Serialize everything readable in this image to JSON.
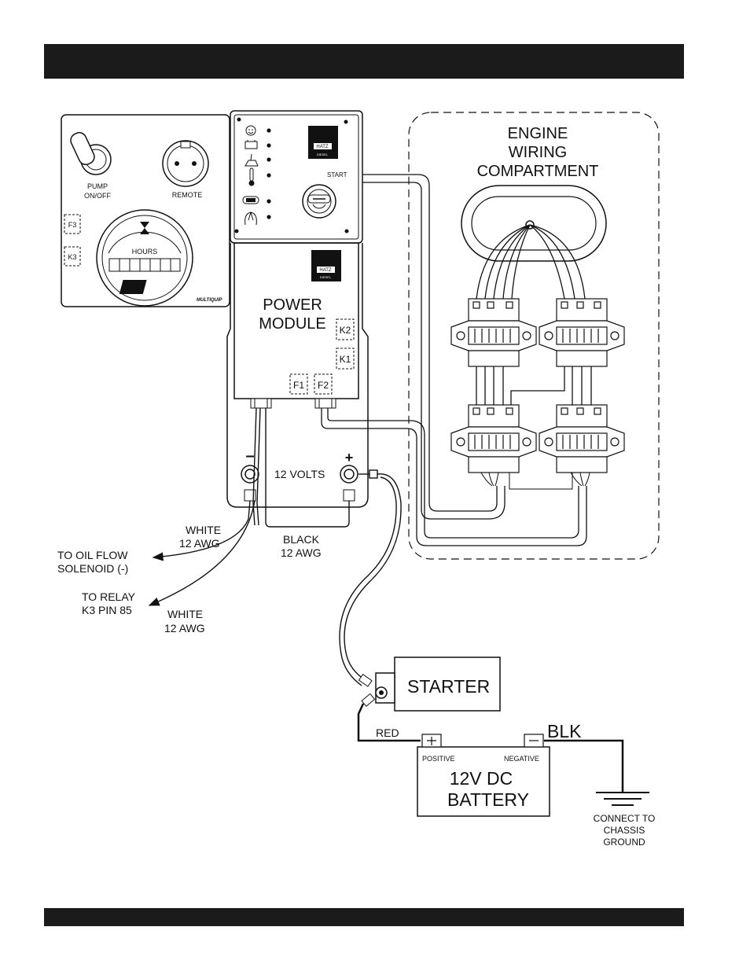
{
  "header": {
    "bar_color": "#1b1b1b"
  },
  "footer": {
    "bar_color": "#1b1b1b"
  },
  "panel": {
    "pump_label_1": "PUMP",
    "pump_label_2": "ON/OFF",
    "remote_label": "REMOTE",
    "fuse_f3": "F3",
    "relay_k3": "K3",
    "hours_label": "HOURS",
    "logo_text": "MQ",
    "logo_sub": "MULTIQUIP"
  },
  "control_unit": {
    "hatz_text": "HATZ",
    "diesel_text": "DIESEL",
    "start_label": "START"
  },
  "power_module": {
    "title_1": "POWER",
    "title_2": "MODULE",
    "hatz_text": "HATZ",
    "diesel_text": "DIESEL",
    "k2": "K2",
    "k1": "K1",
    "f1": "F1",
    "f2": "F2"
  },
  "terminals": {
    "minus": "–",
    "plus": "+",
    "volts": "12 VOLTS"
  },
  "engine": {
    "title_1": "ENGINE",
    "title_2": "WIRING",
    "title_3": "COMPARTMENT"
  },
  "wires": {
    "white_a_1": "WHITE",
    "white_a_2": "12 AWG",
    "to_oil_1": "TO OIL FLOW",
    "to_oil_2": "SOLENOID (-)",
    "black_1": "BLACK",
    "black_2": "12 AWG",
    "to_relay_1": "TO RELAY",
    "to_relay_2": "K3 PIN 85",
    "white_b_1": "WHITE",
    "white_b_2": "12 AWG",
    "red": "RED",
    "blk": "BLK"
  },
  "starter": {
    "label": "STARTER"
  },
  "battery": {
    "positive": "POSITIVE",
    "negative": "NEGATIVE",
    "line_1": "12V DC",
    "line_2": "BATTERY"
  },
  "ground": {
    "line_1": "CONNECT TO",
    "line_2": "CHASSIS",
    "line_3": "GROUND"
  }
}
